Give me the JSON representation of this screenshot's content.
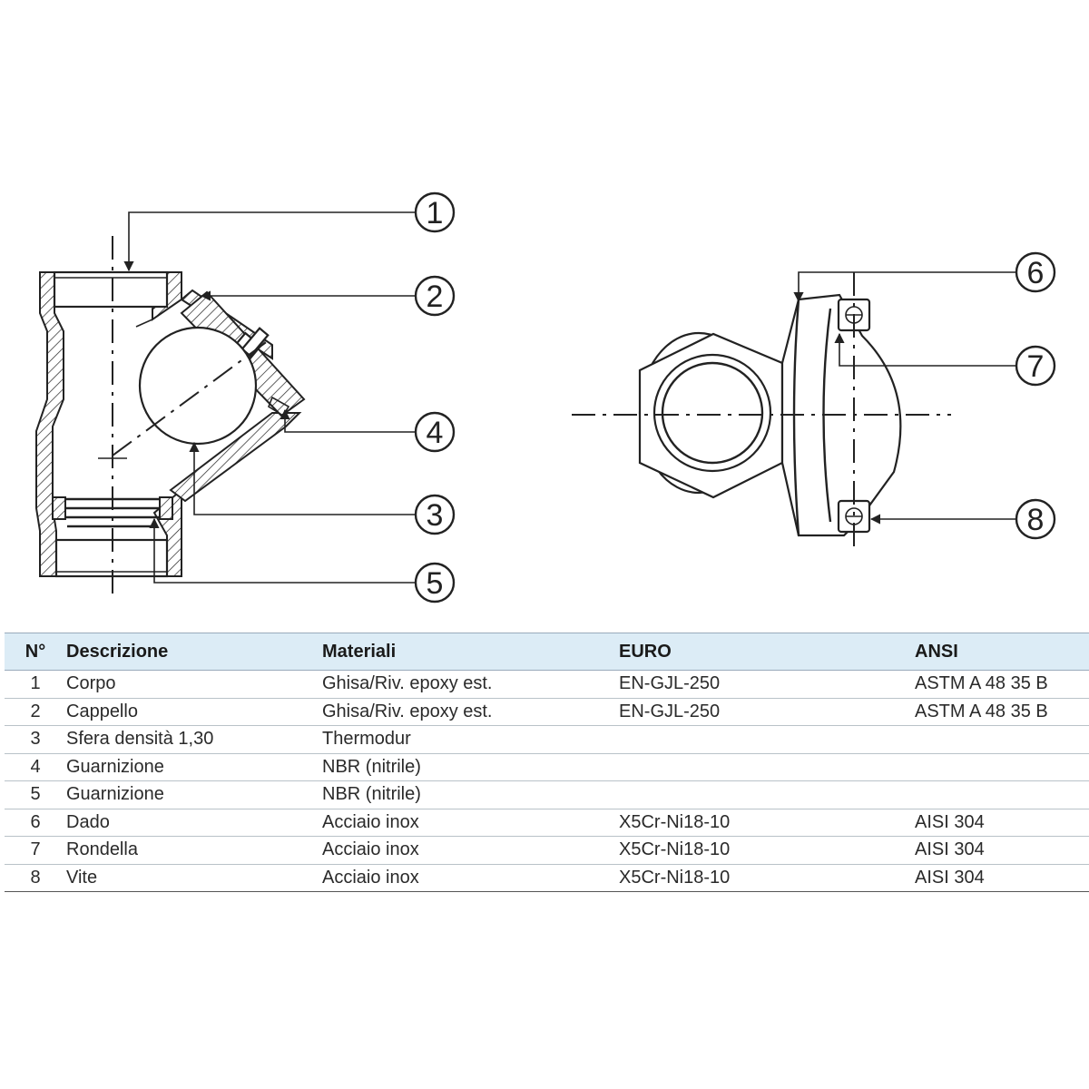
{
  "callouts": [
    "1",
    "2",
    "3",
    "4",
    "5",
    "6",
    "7",
    "8"
  ],
  "table": {
    "headers": {
      "num": "N°",
      "description": "Descrizione",
      "materials": "Materiali",
      "euro": "EURO",
      "ansi": "ANSI"
    },
    "rows": [
      {
        "num": "1",
        "description": "Corpo",
        "materials": "Ghisa/Riv. epoxy est.",
        "euro": "EN-GJL-250",
        "ansi": "ASTM A 48 35 B"
      },
      {
        "num": "2",
        "description": "Cappello",
        "materials": "Ghisa/Riv. epoxy est.",
        "euro": "EN-GJL-250",
        "ansi": "ASTM A 48 35 B"
      },
      {
        "num": "3",
        "description": "Sfera densità 1,30",
        "materials": "Thermodur",
        "euro": "",
        "ansi": ""
      },
      {
        "num": "4",
        "description": "Guarnizione",
        "materials": "NBR (nitrile)",
        "euro": "",
        "ansi": ""
      },
      {
        "num": "5",
        "description": "Guarnizione",
        "materials": "NBR (nitrile)",
        "euro": "",
        "ansi": ""
      },
      {
        "num": "6",
        "description": "Dado",
        "materials": "Acciaio inox",
        "euro": "X5Cr-Ni18-10",
        "ansi": "AISI 304"
      },
      {
        "num": "7",
        "description": "Rondella",
        "materials": "Acciaio inox",
        "euro": "X5Cr-Ni18-10",
        "ansi": "AISI 304"
      },
      {
        "num": "8",
        "description": "Vite",
        "materials": "Acciaio inox",
        "euro": "X5Cr-Ni18-10",
        "ansi": "AISI 304"
      }
    ]
  },
  "colors": {
    "header_bg": "#dcecf6",
    "line": "#222222"
  }
}
